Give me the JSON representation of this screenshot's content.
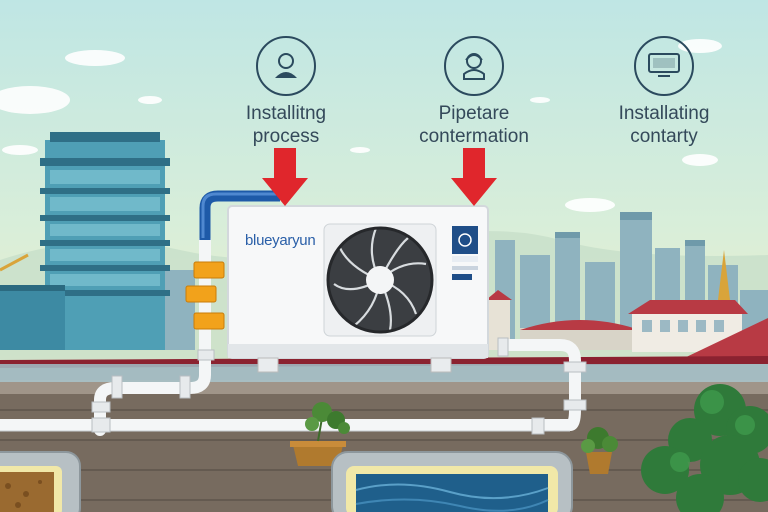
{
  "steps": [
    {
      "icon": "person-icon",
      "label_lines": [
        "Installitng",
        "process"
      ]
    },
    {
      "icon": "technician-icon",
      "label_lines": [
        "Pipetare",
        "contermation"
      ]
    },
    {
      "icon": "monitor-icon",
      "label_lines": [
        "Installating",
        "contarty"
      ]
    }
  ],
  "unit": {
    "brand": "blueyaryun"
  },
  "colors": {
    "arrow": "#e0262c",
    "pipe_blue": "#1e5aa8",
    "fitting": "#f2a21b",
    "roof": "#8b2230",
    "outline": "#2b4a5e"
  }
}
